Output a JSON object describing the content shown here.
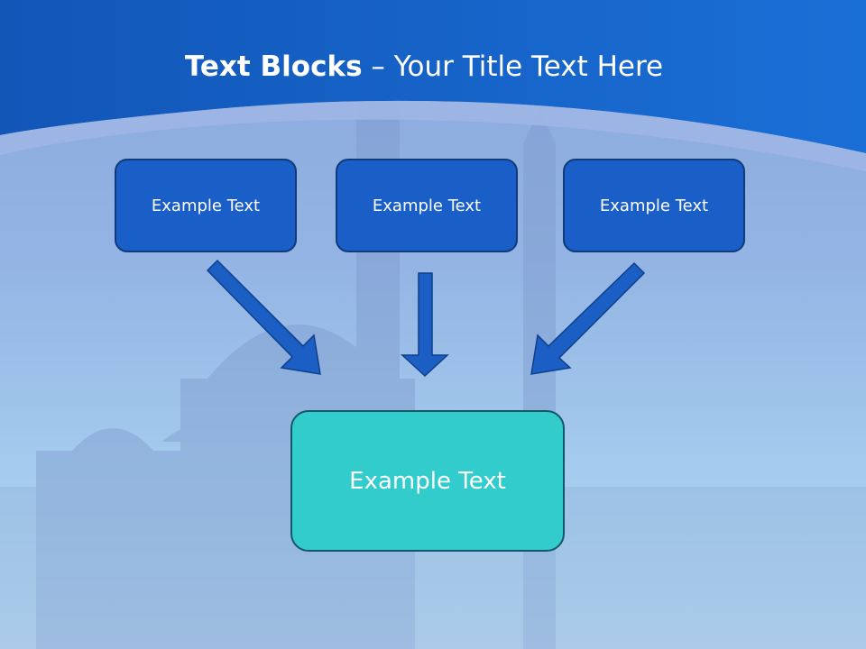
{
  "slide": {
    "title_bold": "Text Blocks",
    "title_separator": " – ",
    "title_rest": "Your Title Text Here",
    "top_boxes": [
      {
        "label": "Example Text"
      },
      {
        "label": "Example Text"
      },
      {
        "label": "Example Text"
      }
    ],
    "bottom_box": {
      "label": "Example Text"
    }
  },
  "colors": {
    "header_blue": "#1565c8",
    "top_box_fill": "#1a5fc8",
    "top_box_border": "#103a7a",
    "arrow_fill": "#1c5fc4",
    "arrow_border": "#0f3f8a",
    "bottom_box_fill": "#33cccc",
    "bottom_box_border": "#14576a"
  }
}
